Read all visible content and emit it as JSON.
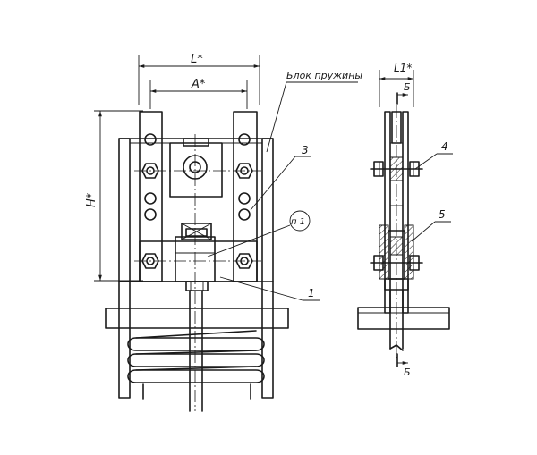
{
  "labels": {
    "dim_L": "L*",
    "dim_A": "A*",
    "dim_H": "H*",
    "dim_L1": "L1*",
    "section_mark": "Б",
    "spring_block": "Блок пружины",
    "part_1": "1",
    "part_3": "3",
    "part_4": "4",
    "part_5": "5",
    "callout_p1": "п 1"
  }
}
